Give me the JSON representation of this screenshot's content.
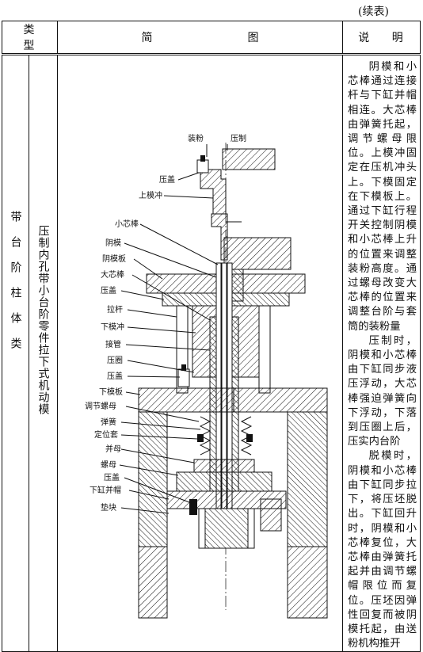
{
  "continued": "(续表)",
  "header": {
    "type": "类 型",
    "diagram_left": "简",
    "diagram_right": "图",
    "note": "说 明"
  },
  "category": "带台阶柱体类",
  "subtype": "压制内孔带小台阶零件拉下式机动模",
  "labels": {
    "fill": "装粉",
    "press": "压制",
    "cover_top": "压盖",
    "upper_punch": "上模冲",
    "core_small": "小芯棒",
    "die": "阴模",
    "die_plate": "阴模板",
    "core_big": "大芯棒",
    "cover": "压盖",
    "tie_rod": "拉杆",
    "lower_punch": "下模冲",
    "adapter_tube": "接管",
    "press_ring": "压圈",
    "cover2": "压盖",
    "lower_plate": "下模板",
    "adjust_nut": "调节螺母",
    "spring": "弹簧",
    "locator": "定位套",
    "jam_nut": "并母",
    "nut": "螺母",
    "cover3": "压盖",
    "lower_cap": "下缸并帽",
    "pad": "垫块"
  },
  "notes": [
    "阴模和小芯棒通过连接杆与下缸并帽相连。大芯棒由弹簧托起，调节螺母限位。上模冲固定在压机冲头上。下模固定在下模板上。通过下缸行程开关控制阴模和小芯棒上升的位置来调整装粉高度。通过螺母改变大芯棒的位置来调整台阶与套筒的装粉量",
    "压制时，阴模和小芯棒由下缸同步液压浮动，大芯棒强迫弹簧向下浮动，下落到压圈上后，压实内台阶",
    "脱模时，阴模和小芯棒由下缸同步拉下，将压坯脱出。下缸回升时，阴模和小芯棒复位，大芯棒由弹簧托起并由调节螺帽限位而复位。压坯因弹性回复而被阴模托起，由送粉机构推开"
  ]
}
